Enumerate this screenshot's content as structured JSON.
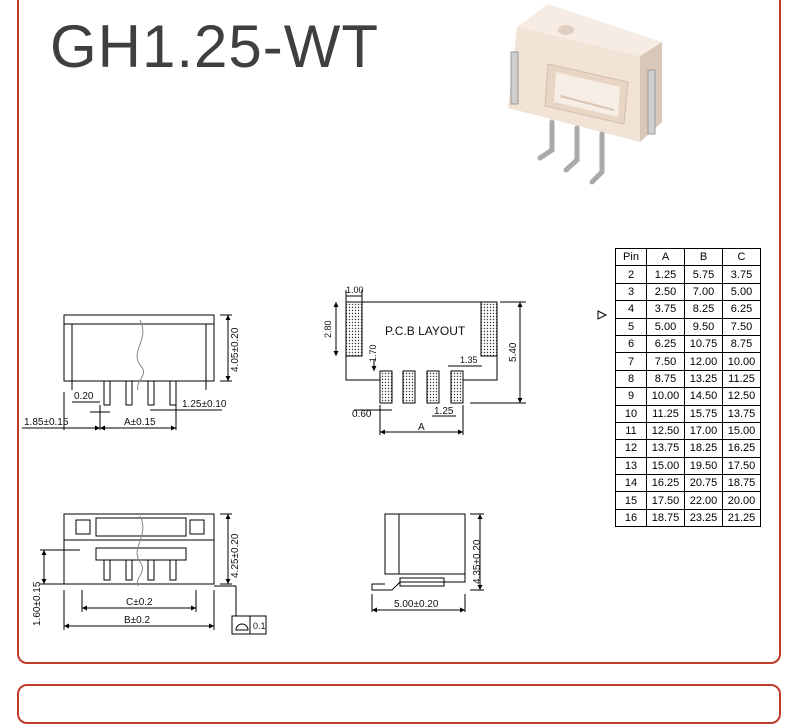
{
  "title": "GH1.25-WT",
  "front_view": {
    "dim_height": "4.05±0.20",
    "dim_pin_width": "0.20",
    "dim_pitch": "1.25±0.10",
    "dim_offset": "1.85±0.15",
    "dim_a": "A±0.15"
  },
  "pcb_layout": {
    "label": "P.C.B LAYOUT",
    "dim_pad_width": "1.00",
    "dim_pad_height": "2.80",
    "dim_gap": "1.70",
    "dim_pad_len": "1.35",
    "dim_total_height": "5.40",
    "dim_signal_width": "0.60",
    "dim_pitch": "1.25",
    "dim_a": "A"
  },
  "top_view": {
    "dim_height": "4.25±0.20",
    "dim_offset": "1.60±0.15",
    "dim_c": "C±0.2",
    "dim_b": "B±0.2",
    "flatness": "0.1"
  },
  "side_view": {
    "dim_height": "4.35±0.20",
    "dim_width": "5.00±0.20"
  },
  "pin_table": {
    "headers": [
      "Pin",
      "A",
      "B",
      "C"
    ],
    "rows": [
      [
        "2",
        "1.25",
        "5.75",
        "3.75"
      ],
      [
        "3",
        "2.50",
        "7.00",
        "5.00"
      ],
      [
        "4",
        "3.75",
        "8.25",
        "6.25"
      ],
      [
        "5",
        "5.00",
        "9.50",
        "7.50"
      ],
      [
        "6",
        "6.25",
        "10.75",
        "8.75"
      ],
      [
        "7",
        "7.50",
        "12.00",
        "10.00"
      ],
      [
        "8",
        "8.75",
        "13.25",
        "11.25"
      ],
      [
        "9",
        "10.00",
        "14.50",
        "12.50"
      ],
      [
        "10",
        "11.25",
        "15.75",
        "13.75"
      ],
      [
        "11",
        "12.50",
        "17.00",
        "15.00"
      ],
      [
        "12",
        "13.75",
        "18.25",
        "16.25"
      ],
      [
        "13",
        "15.00",
        "19.50",
        "17.50"
      ],
      [
        "14",
        "16.25",
        "20.75",
        "18.75"
      ],
      [
        "15",
        "17.50",
        "22.00",
        "20.00"
      ],
      [
        "16",
        "18.75",
        "23.25",
        "21.25"
      ]
    ]
  },
  "colors": {
    "frame": "#c0392b",
    "connector_body": "#f3e7dc",
    "pins": "#b8b8b8"
  }
}
